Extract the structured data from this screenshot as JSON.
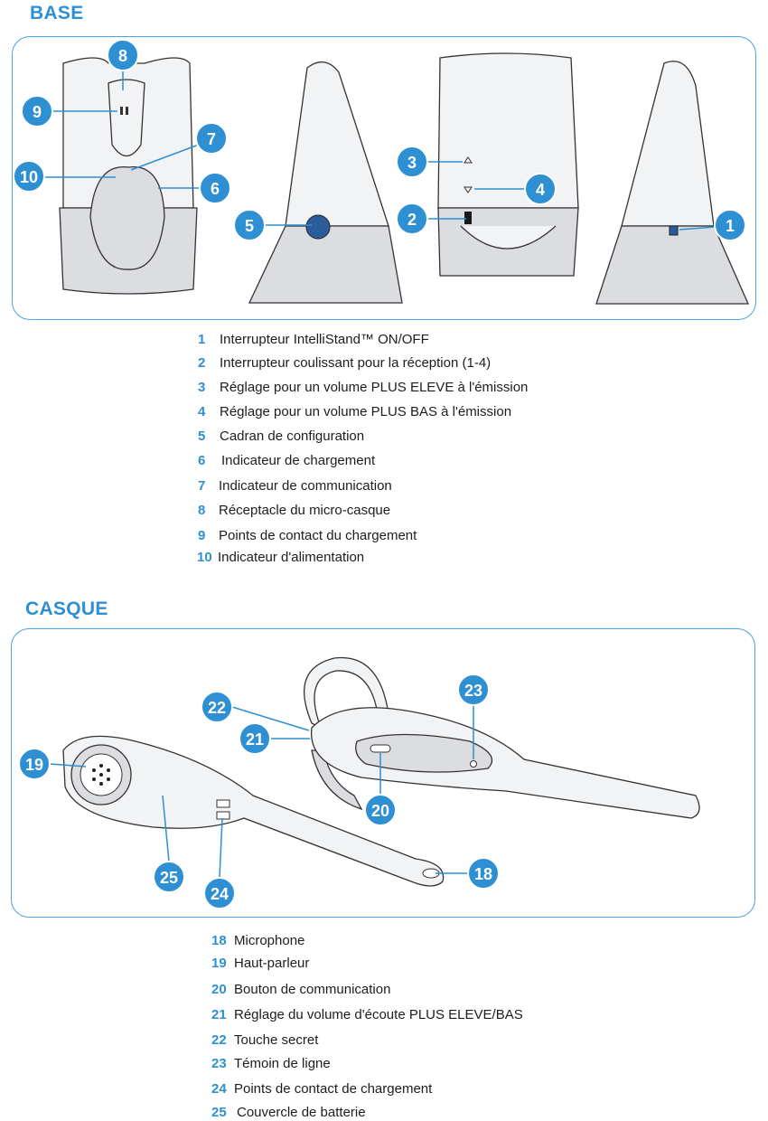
{
  "base": {
    "heading": "BASE",
    "callouts": [
      "1",
      "2",
      "3",
      "4",
      "5",
      "6",
      "7",
      "8",
      "9",
      "10"
    ],
    "items": [
      {
        "num": "1",
        "label": "Interrupteur IntelliStand™ ON/OFF"
      },
      {
        "num": "2",
        "label": "Interrupteur coulissant pour la réception (1-4)"
      },
      {
        "num": "3",
        "label": "Réglage pour un volume PLUS ELEVE à l'émission"
      },
      {
        "num": "4",
        "label": "Réglage pour un volume PLUS BAS à l'émission"
      },
      {
        "num": "5",
        "label": "Cadran de configuration"
      },
      {
        "num": "6",
        "label": "Indicateur de chargement"
      },
      {
        "num": "7",
        "label": "Indicateur de communication"
      },
      {
        "num": "8",
        "label": "Réceptacle du micro-casque"
      },
      {
        "num": "9",
        "label": "Points de contact du chargement"
      },
      {
        "num": "10",
        "label": "Indicateur d'alimentation"
      }
    ]
  },
  "casque": {
    "heading": "CASQUE",
    "items": [
      {
        "num": "18",
        "label": "Microphone"
      },
      {
        "num": "19",
        "label": "Haut-parleur"
      },
      {
        "num": "20",
        "label": "Bouton de communication"
      },
      {
        "num": "21",
        "label": "Réglage du volume d'écoute PLUS ELEVE/BAS"
      },
      {
        "num": "22",
        "label": "Touche secret"
      },
      {
        "num": "23",
        "label": "Témoin de ligne"
      },
      {
        "num": "24",
        "label": "Points de contact de chargement"
      },
      {
        "num": "25",
        "label": "Couvercle de batterie"
      }
    ]
  },
  "colors": {
    "accent": "#2e8fd3",
    "border": "#4aa3de"
  }
}
